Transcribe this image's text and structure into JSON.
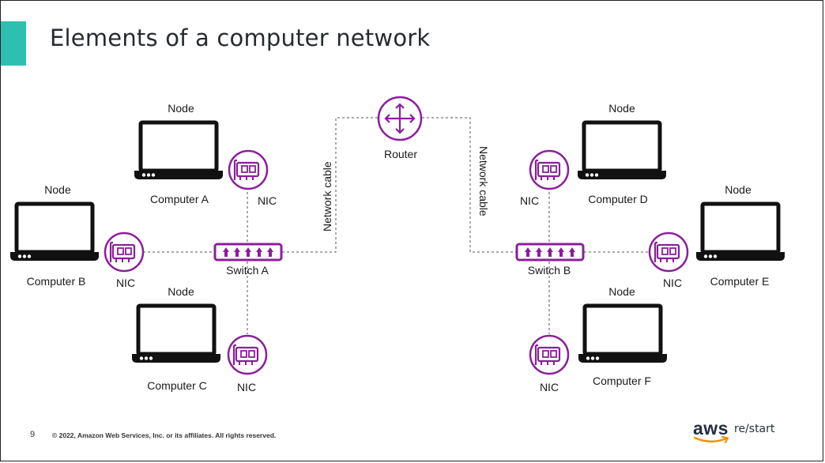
{
  "slide": {
    "title": "Elements of a computer network",
    "page_number": "9",
    "copyright": "© 2022, Amazon Web Services, Inc. or its affiliates. All rights reserved.",
    "brand_text": "aws",
    "brand_suffix": "re/start"
  },
  "colors": {
    "accent": "#2fbfb0",
    "purple": "#8a1f9a",
    "line": "#555555"
  },
  "icons": {
    "laptop": "laptop-icon",
    "nic": "nic-icon",
    "switch": "switch-icon",
    "router": "router-icon"
  },
  "diagram": {
    "router_label": "Router",
    "cable_left": "Network cable",
    "cable_right": "Network cable",
    "switch_a": "Switch A",
    "switch_b": "Switch B",
    "nodes": [
      {
        "node_label": "Node",
        "computer_label": "Computer A",
        "nic_label": "NIC"
      },
      {
        "node_label": "Node",
        "computer_label": "Computer B",
        "nic_label": "NIC"
      },
      {
        "node_label": "Node",
        "computer_label": "Computer C",
        "nic_label": "NIC"
      },
      {
        "node_label": "Node",
        "computer_label": "Computer D",
        "nic_label": "NIC"
      },
      {
        "node_label": "Node",
        "computer_label": "Computer E",
        "nic_label": "NIC"
      },
      {
        "node_label": "Node",
        "computer_label": "Computer F",
        "nic_label": "NIC"
      }
    ]
  }
}
